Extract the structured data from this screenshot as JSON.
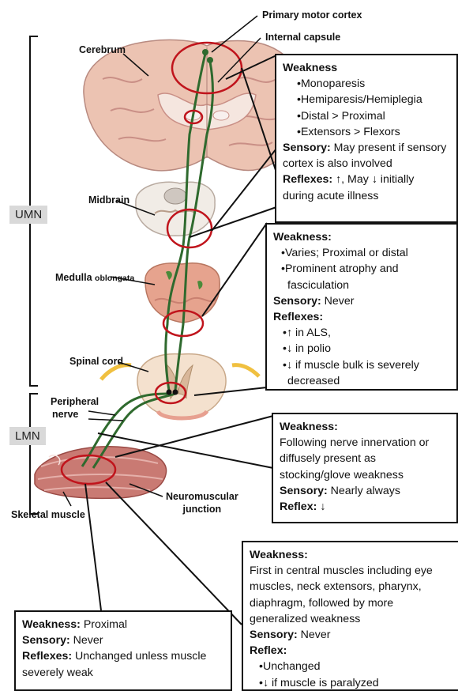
{
  "labels": {
    "primary_motor_cortex": "Primary motor cortex",
    "internal_capsule": "Internal capsule",
    "cerebrum": "Cerebrum",
    "midbrain": "Midbrain",
    "medulla": "Medulla",
    "oblongata": "oblongata",
    "spinal_cord": "Spinal cord",
    "peripheral": "Peripheral",
    "nerve": "nerve",
    "neuromuscular": "Neuromuscular",
    "junction": "junction",
    "skeletal_muscle": "Skeletal muscle",
    "umn": "UMN",
    "lmn": "LMN"
  },
  "boxes": {
    "umn": {
      "weakness": "Weakness",
      "items": [
        "•Monoparesis",
        "•Hemiparesis/Hemiplegia",
        "•Distal > Proximal",
        "•Extensors > Flexors"
      ],
      "sensory_label": "Sensory:",
      "sensory_text": " May present if sensory",
      "sensory_text2": "cortex is also involved",
      "reflex_label": "Reflexes:",
      "reflex_text": " ↑, May ↓ initially",
      "reflex_text2": "during acute illness"
    },
    "anterior_horn": {
      "weakness": "Weakness:",
      "items": [
        "•Varies; Proximal or distal",
        "•Prominent atrophy and",
        "fasciculation"
      ],
      "sensory_label": "Sensory:",
      "sensory_text": " Never",
      "reflex_label": "Reflexes:",
      "reflex_items": [
        "•↑ in ALS,",
        "•↓ in polio",
        "•↓ if muscle bulk is severely",
        "decreased"
      ]
    },
    "nerve": {
      "weakness": "Weakness:",
      "lines": [
        "Following nerve innervation or",
        "diffusely present as",
        "stocking/glove weakness"
      ],
      "sensory_label": "Sensory:",
      "sensory_text": " Nearly always",
      "reflex_label": "Reflex:",
      "reflex_text": " ↓"
    },
    "nmj": {
      "weakness": "Weakness:",
      "lines": [
        "First in central muscles including eye",
        "muscles, neck extensors, pharynx,",
        "diaphragm, followed by more",
        "generalized weakness"
      ],
      "sensory_label": "Sensory:",
      "sensory_text": " Never",
      "reflex_label": "Reflex:",
      "reflex_items": [
        "•Unchanged",
        "•↓ if muscle is paralyzed"
      ]
    },
    "muscle": {
      "weakness_label": "Weakness:",
      "weakness_text": " Proximal",
      "sensory_label": "Sensory:",
      "sensory_text": " Never",
      "reflex_label": "Reflexes:",
      "reflex_text": " Unchanged unless muscle",
      "reflex_text2": "severely weak"
    }
  },
  "colors": {
    "tract": "#2f6a2e",
    "circle": "#c0141c",
    "brain": "#ecc3b2",
    "brain_dark": "#c98f86",
    "muscle": "#c97a73"
  }
}
